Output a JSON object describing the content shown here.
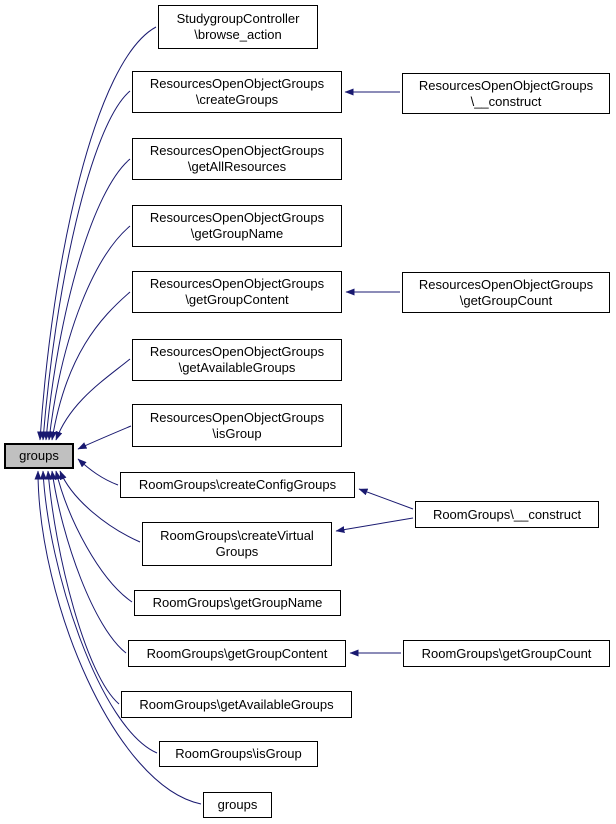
{
  "colors": {
    "edge": "#191970",
    "node_border": "#000000",
    "node_fill": "#ffffff",
    "highlight_fill": "#c0c0c0",
    "text": "#000000",
    "background": "#ffffff"
  },
  "graph": {
    "type": "caller-graph",
    "focus_node": "groups"
  },
  "nodes": {
    "main": {
      "label": "groups"
    },
    "browse_action": {
      "line1": "StudygroupController",
      "line2": "\\browse_action"
    },
    "create_groups": {
      "line1": "ResourcesOpenObjectGroups",
      "line2": "\\createGroups"
    },
    "get_all_resources": {
      "line1": "ResourcesOpenObjectGroups",
      "line2": "\\getAllResources"
    },
    "get_group_name": {
      "line1": "ResourcesOpenObjectGroups",
      "line2": "\\getGroupName"
    },
    "get_group_content": {
      "line1": "ResourcesOpenObjectGroups",
      "line2": "\\getGroupContent"
    },
    "get_available_groups": {
      "line1": "ResourcesOpenObjectGroups",
      "line2": "\\getAvailableGroups"
    },
    "is_group": {
      "line1": "ResourcesOpenObjectGroups",
      "line2": "\\isGroup"
    },
    "room_create_config_groups": {
      "label": "RoomGroups\\createConfigGroups"
    },
    "room_create_virtual_groups": {
      "line1": "RoomGroups\\createVirtual",
      "line2": "Groups"
    },
    "room_get_group_name": {
      "label": "RoomGroups\\getGroupName"
    },
    "room_get_group_content": {
      "label": "RoomGroups\\getGroupContent"
    },
    "room_get_available_groups": {
      "label": "RoomGroups\\getAvailableGroups"
    },
    "room_is_group": {
      "label": "RoomGroups\\isGroup"
    },
    "groups_fn": {
      "label": "groups"
    },
    "res_construct": {
      "line1": "ResourcesOpenObjectGroups",
      "line2": "\\__construct"
    },
    "res_get_group_count": {
      "line1": "ResourcesOpenObjectGroups",
      "line2": "\\getGroupCount"
    },
    "room_construct": {
      "label": "RoomGroups\\__construct"
    },
    "room_get_group_count": {
      "label": "RoomGroups\\getGroupCount"
    }
  },
  "edges": [
    {
      "from": "StudygroupController\\browse_action",
      "to": "groups"
    },
    {
      "from": "ResourcesOpenObjectGroups\\createGroups",
      "to": "groups"
    },
    {
      "from": "ResourcesOpenObjectGroups\\getAllResources",
      "to": "groups"
    },
    {
      "from": "ResourcesOpenObjectGroups\\getGroupName",
      "to": "groups"
    },
    {
      "from": "ResourcesOpenObjectGroups\\getGroupContent",
      "to": "groups"
    },
    {
      "from": "ResourcesOpenObjectGroups\\getAvailableGroups",
      "to": "groups"
    },
    {
      "from": "ResourcesOpenObjectGroups\\isGroup",
      "to": "groups"
    },
    {
      "from": "RoomGroups\\createConfigGroups",
      "to": "groups"
    },
    {
      "from": "RoomGroups\\createVirtualGroups",
      "to": "groups"
    },
    {
      "from": "RoomGroups\\getGroupName",
      "to": "groups"
    },
    {
      "from": "RoomGroups\\getGroupContent",
      "to": "groups"
    },
    {
      "from": "RoomGroups\\getAvailableGroups",
      "to": "groups"
    },
    {
      "from": "RoomGroups\\isGroup",
      "to": "groups"
    },
    {
      "from": "groups",
      "to": "groups"
    },
    {
      "from": "ResourcesOpenObjectGroups\\__construct",
      "to": "ResourcesOpenObjectGroups\\createGroups"
    },
    {
      "from": "ResourcesOpenObjectGroups\\getGroupCount",
      "to": "ResourcesOpenObjectGroups\\getGroupContent"
    },
    {
      "from": "RoomGroups\\__construct",
      "to": "RoomGroups\\createConfigGroups"
    },
    {
      "from": "RoomGroups\\__construct",
      "to": "RoomGroups\\createVirtualGroups"
    },
    {
      "from": "RoomGroups\\getGroupCount",
      "to": "RoomGroups\\getGroupContent"
    }
  ]
}
